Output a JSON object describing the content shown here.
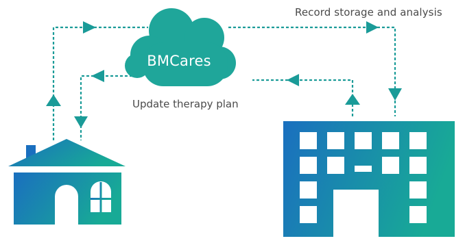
{
  "diagram": {
    "cloud_label": "BMCares",
    "top_flow_label": "Record storage and analysis",
    "middle_flow_label": "Update therapy plan",
    "icons": {
      "cloud": "cloud-icon",
      "home": "house-icon",
      "facility": "hospital-building-icon"
    },
    "colors": {
      "cloud": "#1fa69a",
      "arrow": "#1a9b98",
      "gradient_start": "#1a6fbf",
      "gradient_end": "#18aa96",
      "text": "#4a4a4a"
    }
  }
}
